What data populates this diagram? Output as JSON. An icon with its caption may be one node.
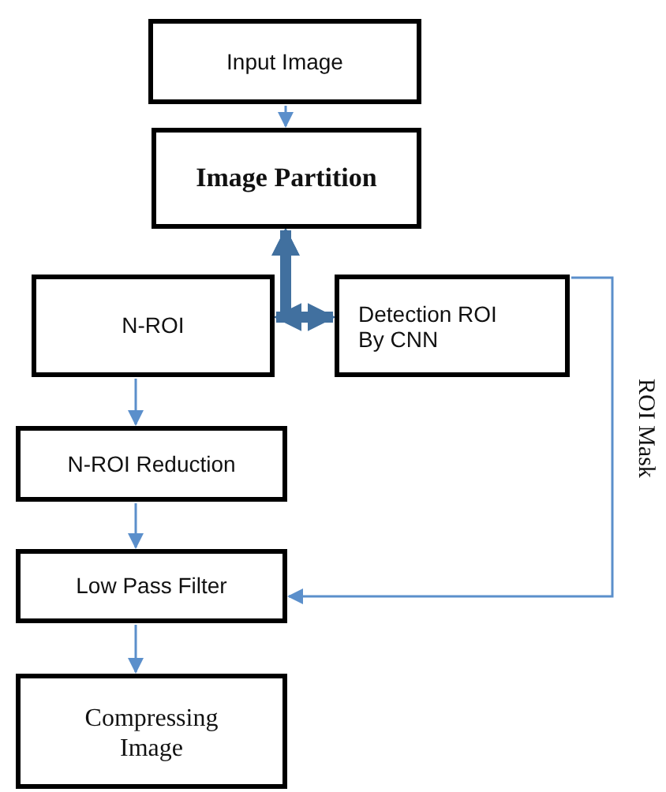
{
  "diagram": {
    "nodes": [
      {
        "text": [
          "Input Image"
        ]
      },
      {
        "text": [
          "Image Partition"
        ]
      },
      {
        "text": [
          "N-ROI"
        ]
      },
      {
        "text": [
          "Detection ROI By CNN"
        ]
      },
      {
        "text": [
          "N-ROI Reduction"
        ]
      },
      {
        "text": [
          "Low Pass Filter"
        ]
      },
      {
        "text": [
          "Compressing Image"
        ]
      }
    ],
    "edges": [
      {
        "from": 0,
        "to": 1,
        "arrow": "to"
      },
      {
        "from": 1,
        "to": 2,
        "arrow": "both",
        "style": "thick",
        "color": "#41709f"
      },
      {
        "from": 1,
        "to": 3,
        "arrow": "both",
        "style": "thick",
        "color": "#41709f"
      },
      {
        "from": 2,
        "to": 4,
        "arrow": "to"
      },
      {
        "from": 4,
        "to": 5,
        "arrow": "to"
      },
      {
        "from": 5,
        "to": 6,
        "arrow": "to"
      },
      {
        "from": 3,
        "to": 5,
        "arrow": "to",
        "label": "ROI Mask"
      }
    ]
  }
}
